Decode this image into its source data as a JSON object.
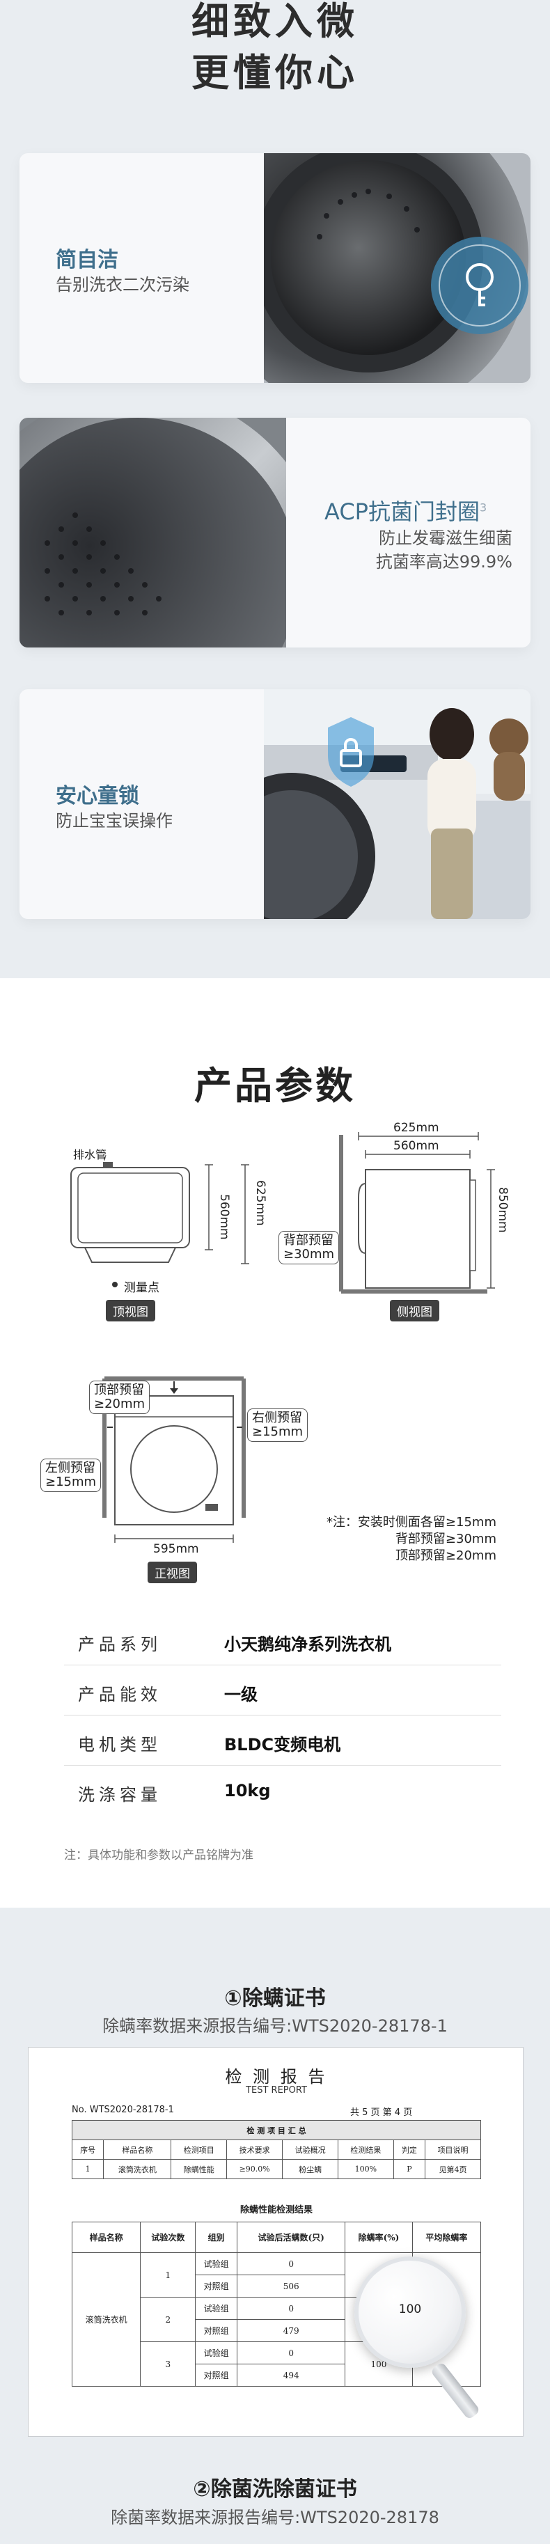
{
  "hero": {
    "line1": "细致入微",
    "line2": "更懂你心"
  },
  "features": [
    {
      "title": "简自洁",
      "desc": [
        "告别洗衣二次污染"
      ]
    },
    {
      "title": "ACP抗菌门封圈",
      "sup": "3",
      "desc": [
        "防止发霉滋生细菌",
        "抗菌率高达99.9%"
      ]
    },
    {
      "title": "安心童锁",
      "desc": [
        "防止宝宝误操作"
      ]
    }
  ],
  "params": {
    "title": "产品参数",
    "top_view": {
      "label": "顶视图",
      "drain": "排水管",
      "dim1": "560mm",
      "dim2": "625mm",
      "point": "测量点"
    },
    "side_view": {
      "label": "侧视图",
      "w1": "625mm",
      "w2": "560mm",
      "h": "850mm",
      "back": [
        "背部预留",
        "≥30mm"
      ]
    },
    "front_view": {
      "label": "正视图",
      "w": "595mm",
      "top": [
        "顶部预留",
        "≥20mm"
      ],
      "right": [
        "右侧预留",
        "≥15mm"
      ],
      "left": [
        "左侧预留",
        "≥15mm"
      ]
    },
    "note_lines": [
      "*注：安装时侧面各留≥15mm",
      "背部预留≥30mm",
      "顶部预留≥20mm"
    ],
    "specs": [
      {
        "k": "产品系列",
        "v": "小天鹅纯净系列洗衣机"
      },
      {
        "k": "产品能效",
        "v": "一级"
      },
      {
        "k": "电机类型",
        "v": "BLDC变频电机"
      },
      {
        "k": "洗涤容量",
        "v": "10kg"
      }
    ],
    "footnote": "注：具体功能和参数以产品铭牌为准"
  },
  "cert1": {
    "title": "①除螨证书",
    "sub": "除螨率数据来源报告编号:WTS2020-28178-1"
  },
  "report": {
    "title": "检 测 报 告",
    "subtitle": "TEST REPORT",
    "no": "No. WTS2020-28178-1",
    "page": "共 5 页 第 4 页",
    "summary_title": "检 测 项 目 汇 总",
    "summary_head": [
      "序号",
      "样品名称",
      "检测项目",
      "技术要求",
      "试验概况",
      "检测结果",
      "判定",
      "项目说明"
    ],
    "summary_row": [
      "1",
      "滚筒洗衣机",
      "除螨性能",
      "≥90.0%",
      "粉尘螨",
      "100%",
      "P",
      "见第4页"
    ],
    "detail_title": "除螨性能检测结果",
    "detail_head": [
      "样品名称",
      "试验次数",
      "组别",
      "试验后活螨数(只)",
      "除螨率(%)",
      "平均除螨率"
    ],
    "sample": "滚筒洗衣机",
    "rows": [
      {
        "n": "1",
        "g": "试验组",
        "c": "0",
        "r": "100"
      },
      {
        "n": "",
        "g": "对照组",
        "c": "506",
        "r": ""
      },
      {
        "n": "2",
        "g": "试验组",
        "c": "0",
        "r": "100"
      },
      {
        "n": "",
        "g": "对照组",
        "c": "479",
        "r": ""
      },
      {
        "n": "3",
        "g": "试验组",
        "c": "0",
        "r": "100"
      },
      {
        "n": "",
        "g": "对照组",
        "c": "494",
        "r": ""
      }
    ],
    "avg": "100"
  },
  "cert2": {
    "title": "②除菌洗除菌证书",
    "sub": "除菌率数据来源报告编号:WTS2020-28178"
  },
  "colors": {
    "accent": "#3f6f8c",
    "bg": "#e9edf1"
  }
}
